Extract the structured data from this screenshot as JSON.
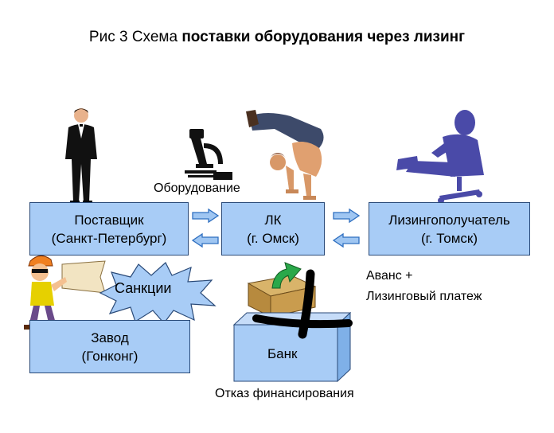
{
  "title": {
    "prefix": "Рис 3 Схема ",
    "bold": "поставки оборудования через лизинг"
  },
  "nodes": {
    "supplier": {
      "line1": "Поставщик",
      "line2": "(Санкт-Петербург)"
    },
    "lk": {
      "line1": "ЛК",
      "line2": "(г. Омск)"
    },
    "lessee": {
      "line1": "Лизингополучатель",
      "line2": "(г. Томск)"
    },
    "factory": {
      "line1": "Завод",
      "line2": "(Гонконг)"
    },
    "bank": {
      "label": "Банк"
    }
  },
  "labels": {
    "equipment": "Оборудование",
    "sanctions": "Санкции",
    "payment_line1": "Аванс +",
    "payment_line2": "Лизинговый платеж",
    "refusal": "Отказ финансирования"
  },
  "colors": {
    "box_fill": "#a8ccf6",
    "arrow_fill": "#9fc6f2",
    "arrow_stroke": "#2f6fc0",
    "figure_blue": "#4a4aa8",
    "bank_side": "#7fb0e8"
  }
}
